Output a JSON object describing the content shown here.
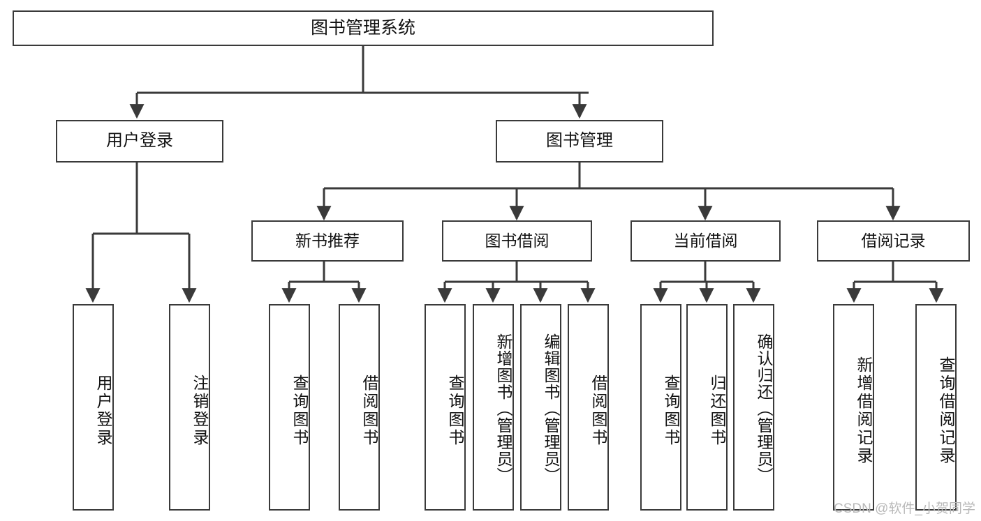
{
  "diagram": {
    "type": "tree",
    "title": "图书管理系统",
    "root": {
      "label": "图书管理系统"
    },
    "level2": [
      {
        "label": "用户登录"
      },
      {
        "label": "图书管理"
      }
    ],
    "level3": [
      {
        "label": "新书推荐"
      },
      {
        "label": "图书借阅"
      },
      {
        "label": "当前借阅"
      },
      {
        "label": "借阅记录"
      }
    ],
    "leaves": {
      "user_login": [
        {
          "label": "用户登录"
        },
        {
          "label": "注销登录"
        }
      ],
      "new_book_recommend": [
        {
          "label": "查询图书"
        },
        {
          "label": "借阅图书"
        }
      ],
      "book_borrow": [
        {
          "label": "查询图书"
        },
        {
          "label": "新增图书（管理员）"
        },
        {
          "label": "编辑图书（管理员）"
        },
        {
          "label": "借阅图书"
        }
      ],
      "current_borrow": [
        {
          "label": "查询图书"
        },
        {
          "label": "归还图书"
        },
        {
          "label": "确认归还（管理员）"
        }
      ],
      "borrow_record": [
        {
          "label": "新增借阅记录"
        },
        {
          "label": "查询借阅记录"
        }
      ]
    }
  },
  "watermark": {
    "text": "CSDN @软件_小贺同学"
  },
  "colors": {
    "stroke": "#3a3a3a",
    "fill": "#ffffff",
    "text": "#111111",
    "watermark": "#b9b9b9"
  }
}
